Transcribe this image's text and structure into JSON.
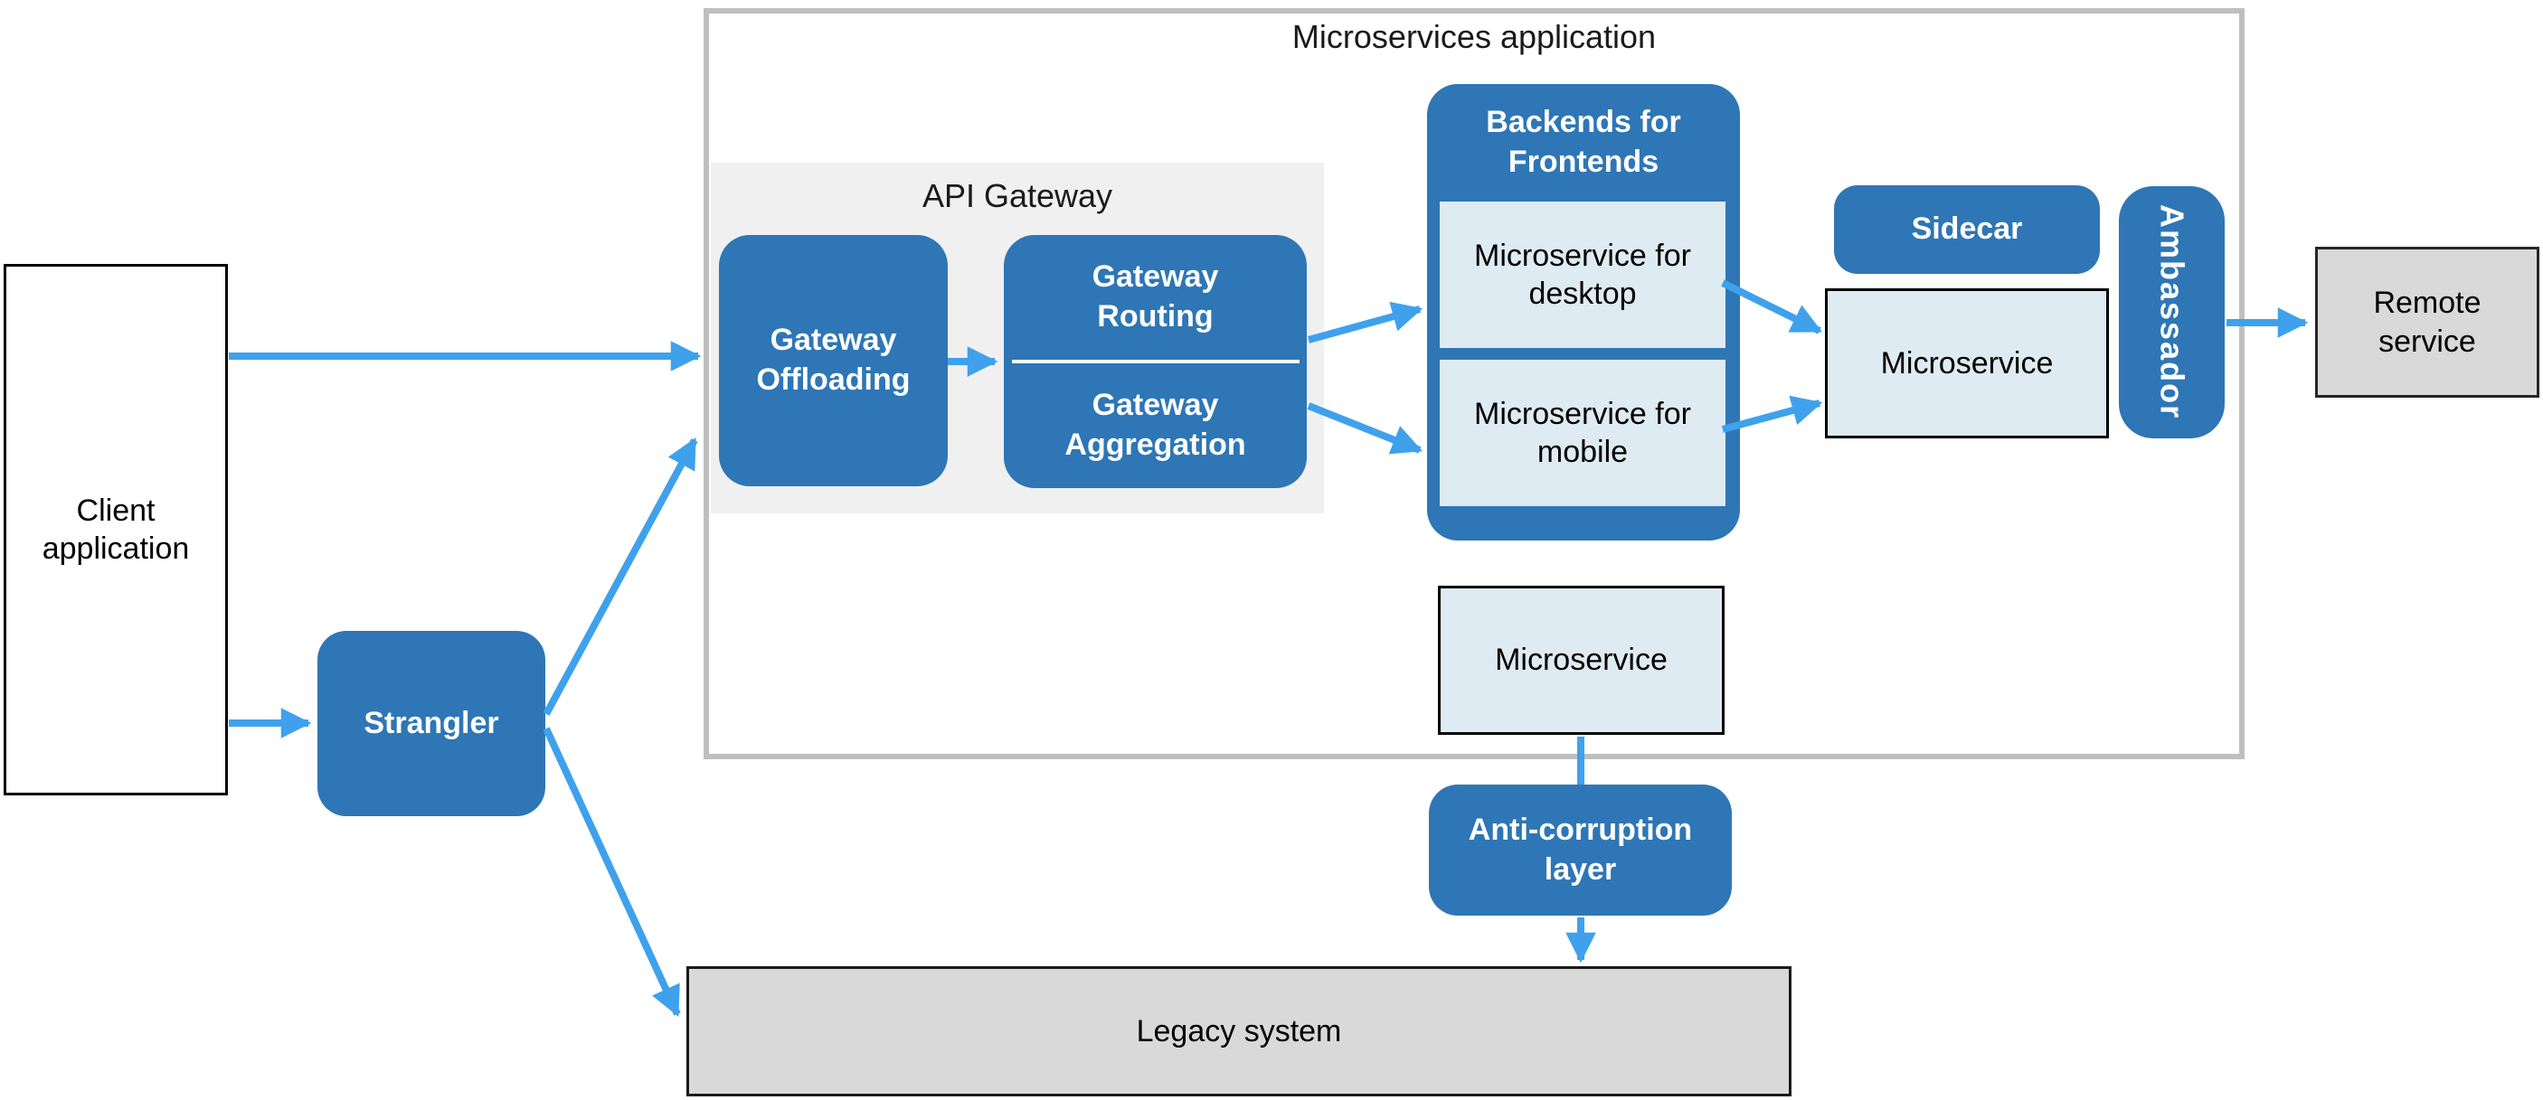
{
  "diagram": {
    "container_title": "Microservices application",
    "nodes": {
      "client": {
        "label": "Client application"
      },
      "strangler": {
        "label": "Strangler"
      },
      "api_gateway_group": {
        "label": "API Gateway"
      },
      "gateway_offloading": {
        "label": "Gateway Offloading"
      },
      "gateway_routing": {
        "label": "Gateway Routing"
      },
      "gateway_aggregation": {
        "label": "Gateway Aggregation"
      },
      "backends_for_frontends": {
        "label": "Backends for Frontends"
      },
      "microservice_desktop": {
        "label": "Microservice for desktop"
      },
      "microservice_mobile": {
        "label": "Microservice for mobile"
      },
      "sidecar": {
        "label": "Sidecar"
      },
      "microservice_right": {
        "label": "Microservice"
      },
      "ambassador": {
        "label": "Ambassador"
      },
      "remote_service": {
        "label": "Remote service"
      },
      "microservice_bottom": {
        "label": "Microservice"
      },
      "anti_corruption_layer": {
        "label": "Anti-corruption layer"
      },
      "legacy_system": {
        "label": "Legacy system"
      }
    },
    "edges": [
      {
        "from": "client",
        "to": "gateway_offloading"
      },
      {
        "from": "client",
        "to": "strangler"
      },
      {
        "from": "strangler",
        "to": "gateway_offloading"
      },
      {
        "from": "strangler",
        "to": "legacy_system"
      },
      {
        "from": "gateway_offloading",
        "to": "gateway_routing"
      },
      {
        "from": "gateway_routing",
        "to": "microservice_desktop"
      },
      {
        "from": "gateway_aggregation",
        "to": "microservice_mobile"
      },
      {
        "from": "microservice_desktop",
        "to": "microservice_right"
      },
      {
        "from": "microservice_mobile",
        "to": "microservice_right"
      },
      {
        "from": "ambassador",
        "to": "remote_service"
      },
      {
        "from": "microservice_bottom",
        "to": "anti_corruption_layer"
      },
      {
        "from": "anti_corruption_layer",
        "to": "legacy_system"
      }
    ],
    "colors": {
      "pattern_blue": "#2E76B5",
      "arrow_blue": "#3FA1EC",
      "microservice_light_blue": "#DEEBF3",
      "api_gateway_panel_gray": "#F0F0F0",
      "container_border_gray": "#BFBFBF",
      "external_system_gray": "#D9D9D9"
    }
  }
}
